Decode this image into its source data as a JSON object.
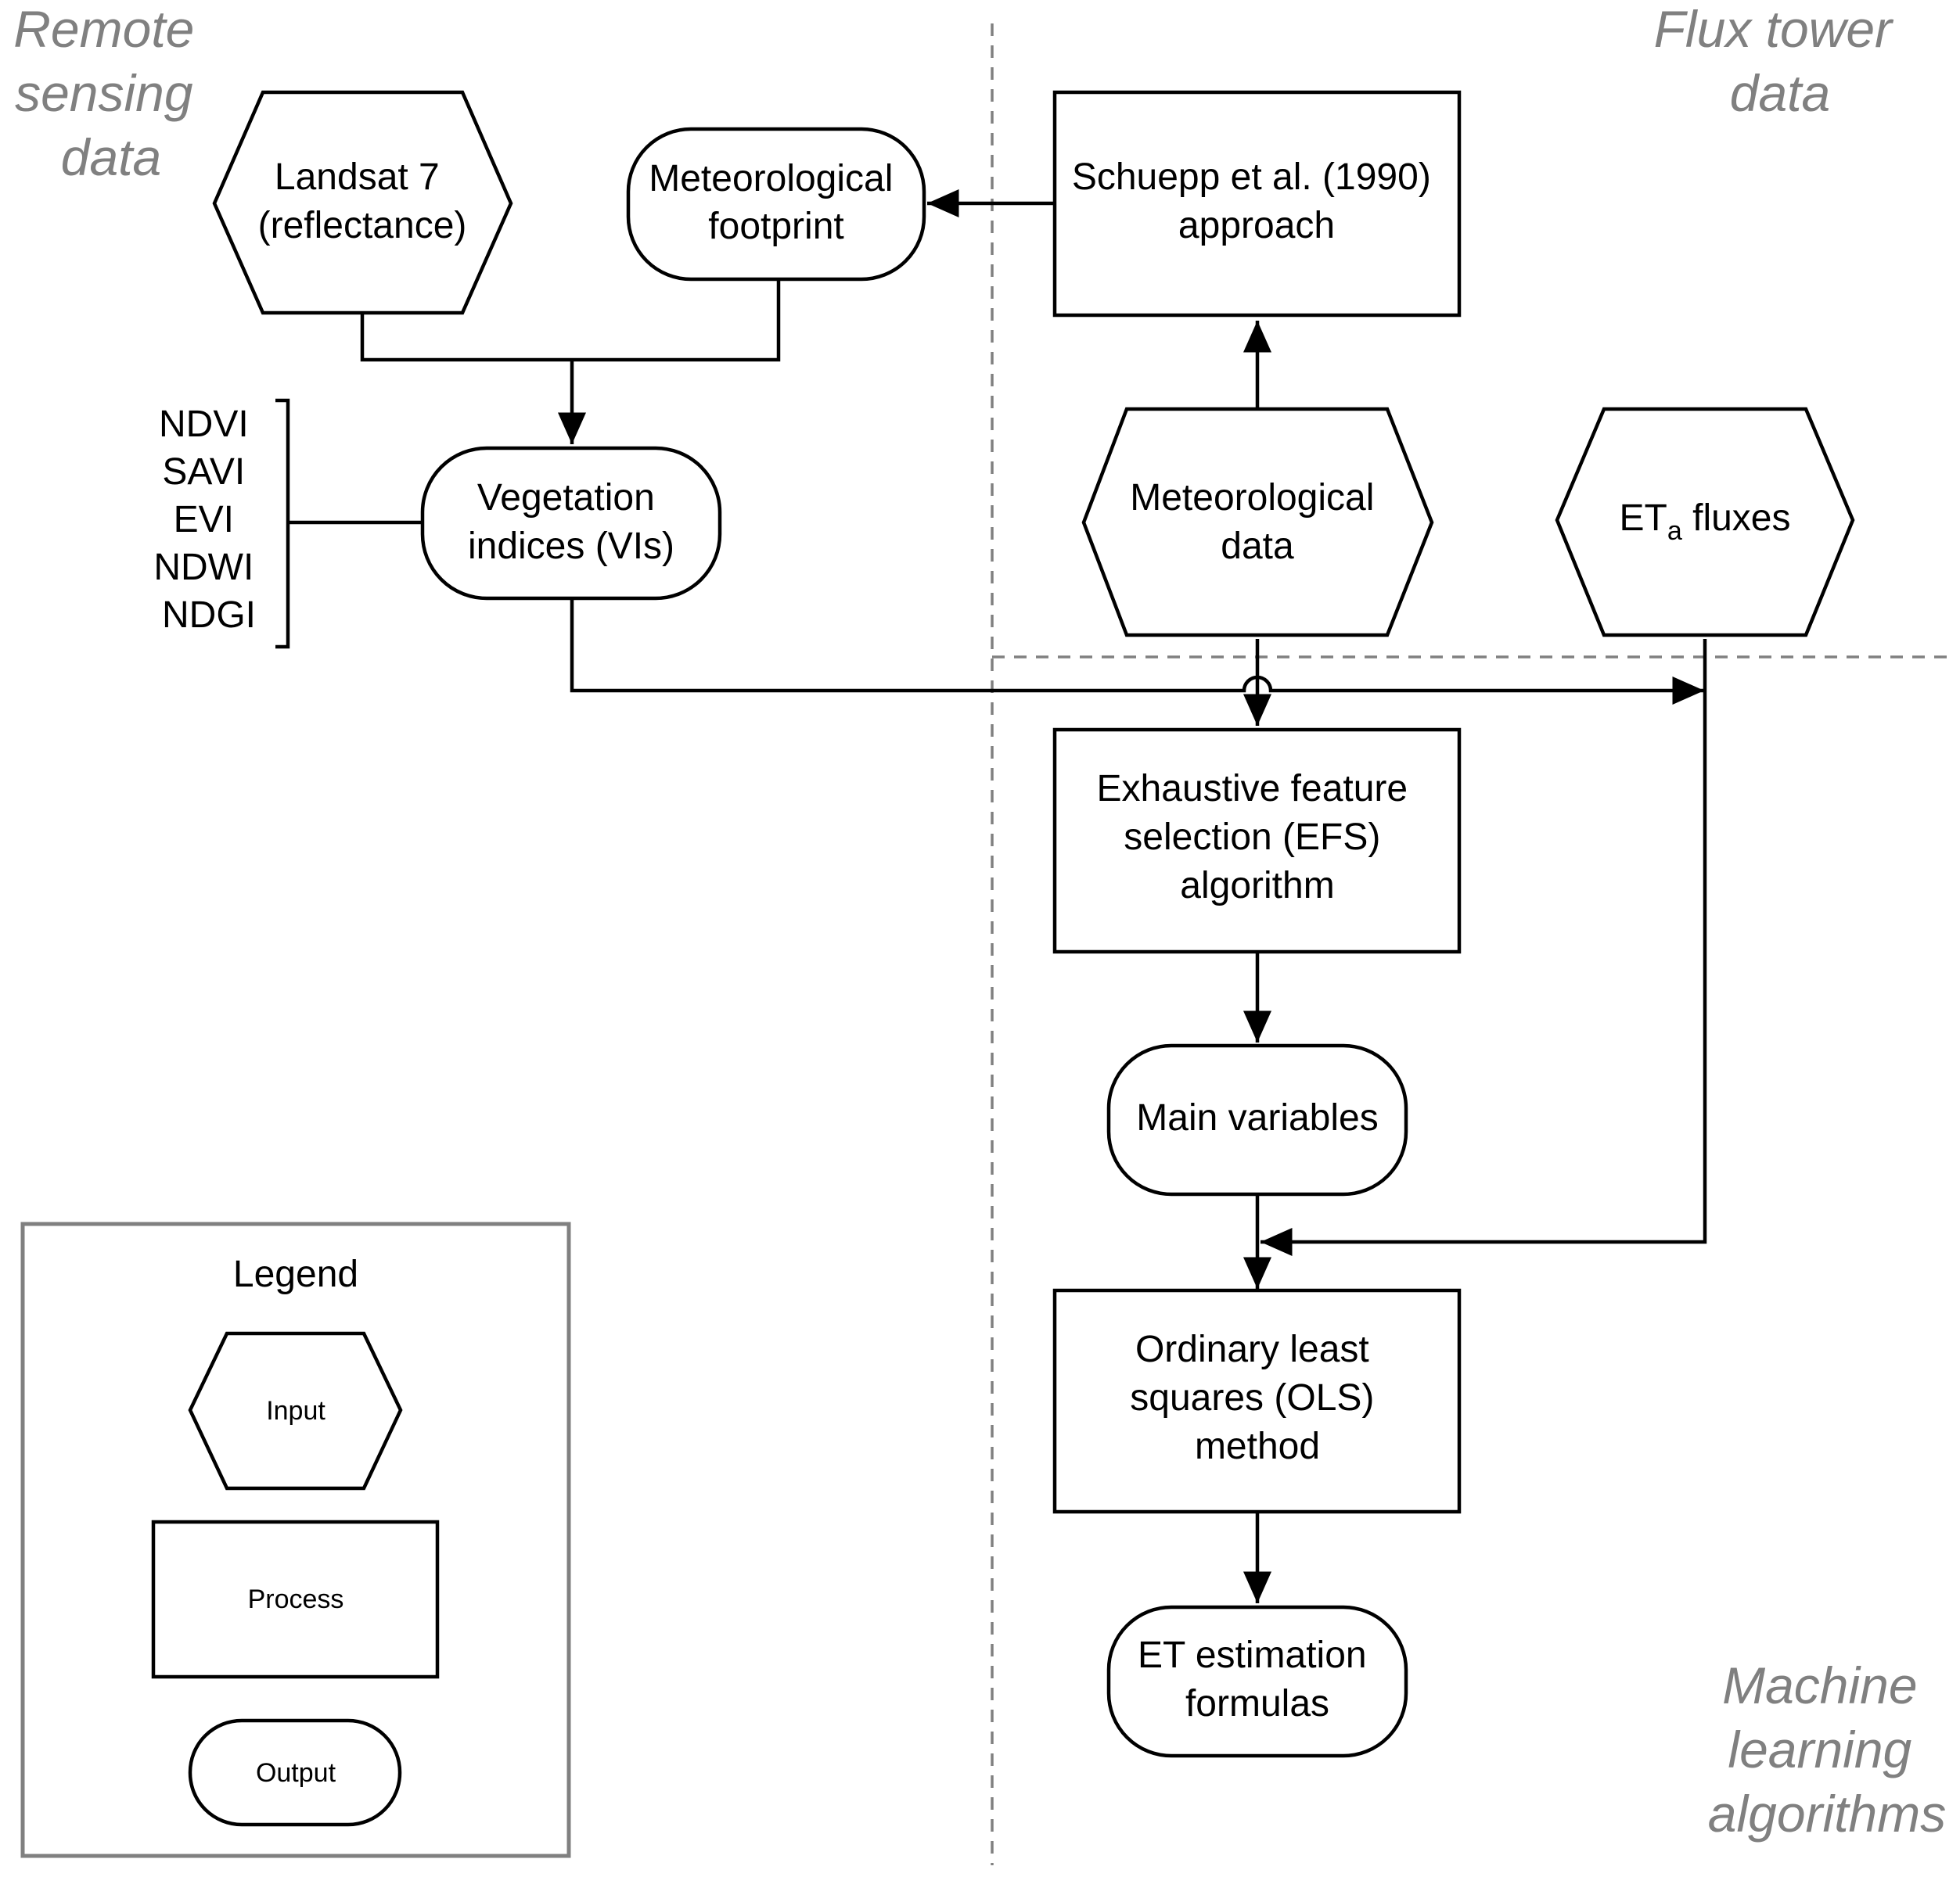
{
  "regions": {
    "remote_sensing": [
      "Remote",
      "sensing",
      "data"
    ],
    "flux_tower": [
      "Flux tower",
      "data"
    ],
    "machine_learning": [
      "Machine",
      "learning",
      "algorithms"
    ]
  },
  "nodes": {
    "landsat": [
      "Landsat 7",
      "(reflectance)"
    ],
    "met_footprint": [
      "Meteorological",
      "footprint"
    ],
    "schuepp": [
      "Schuepp et al. (1990)",
      "approach"
    ],
    "vegetation_indices": [
      "Vegetation",
      "indices (VIs)"
    ],
    "met_data": [
      "Meteorological",
      "data"
    ],
    "eta_fluxes": {
      "main": "ET",
      "sub": "a",
      "rest": " fluxes"
    },
    "efs": [
      "Exhaustive feature",
      "selection (EFS)",
      "algorithm"
    ],
    "main_variables": [
      "Main variables"
    ],
    "ols": [
      "Ordinary least",
      "squares (OLS)",
      "method"
    ],
    "et_formulas": [
      "ET estimation",
      "formulas"
    ]
  },
  "vi_list": [
    "NDVI",
    "SAVI",
    "EVI",
    "NDWI",
    "NDGI"
  ],
  "legend": {
    "title": "Legend",
    "items": [
      "Input",
      "Process",
      "Output"
    ]
  }
}
